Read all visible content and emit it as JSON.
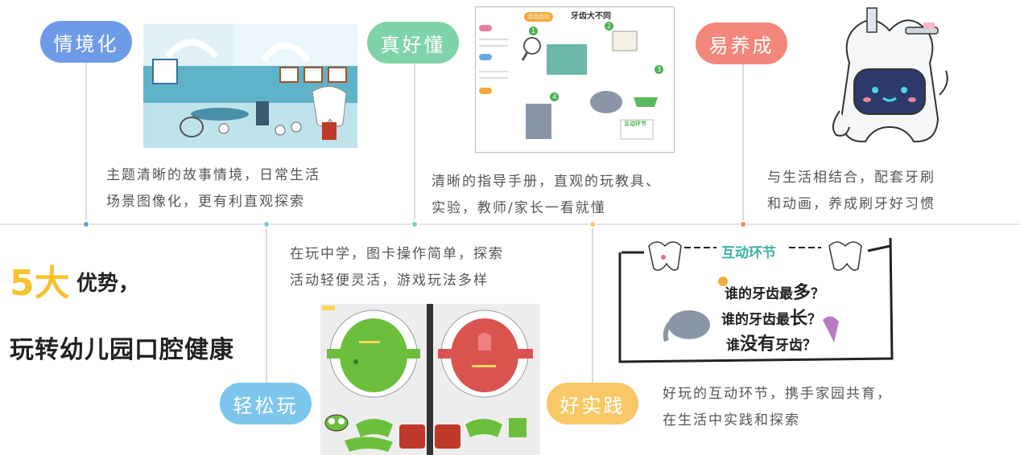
{
  "headline": {
    "number": "5大",
    "suffix": "优势，",
    "subtitle": "玩转幼儿园口腔健康"
  },
  "advantages": [
    {
      "label": "情境化",
      "color": "#6e9be8",
      "desc_lines": [
        "主题清晰的故事情境，日常生活",
        "场景图像化，更有利直观探索"
      ]
    },
    {
      "label": "真好懂",
      "color": "#7fd3a8",
      "desc_lines": [
        "清晰的指导手册，直观的玩教具、",
        "实验，教师/家长一看就懂"
      ]
    },
    {
      "label": "易养成",
      "color": "#f2867a",
      "desc_lines": [
        "与生活相结合，配套牙刷",
        "和动画，养成刷牙好习惯"
      ]
    },
    {
      "label": "轻松玩",
      "color": "#7cc6ec",
      "desc_lines": [
        "在玩中学，图卡操作简单，探索",
        "活动轻便灵活，游戏玩法多样"
      ]
    },
    {
      "label": "好实践",
      "color": "#f8c868",
      "desc_lines": [
        "好玩的互动环节，携手家园共育，",
        "在生活中实践和探索"
      ]
    }
  ],
  "manual": {
    "title": "牙齿大不同",
    "tag": "活动目标",
    "section": "互动环节",
    "step_numbers": [
      "1",
      "2",
      "3",
      "4"
    ]
  },
  "interactive": {
    "heading": "互动环节",
    "questions": [
      {
        "pre": "谁的牙齿最",
        "key": "多",
        "post": "？"
      },
      {
        "pre": "谁的牙齿最",
        "key": "长",
        "post": "？"
      },
      {
        "pre": "谁",
        "key": "没有",
        "post": "牙齿？"
      }
    ]
  },
  "colors": {
    "yellow": "#f5c230",
    "frog_green": "#6cbf3c",
    "mouth_red": "#d9534f",
    "line": "#dcdcdc"
  }
}
